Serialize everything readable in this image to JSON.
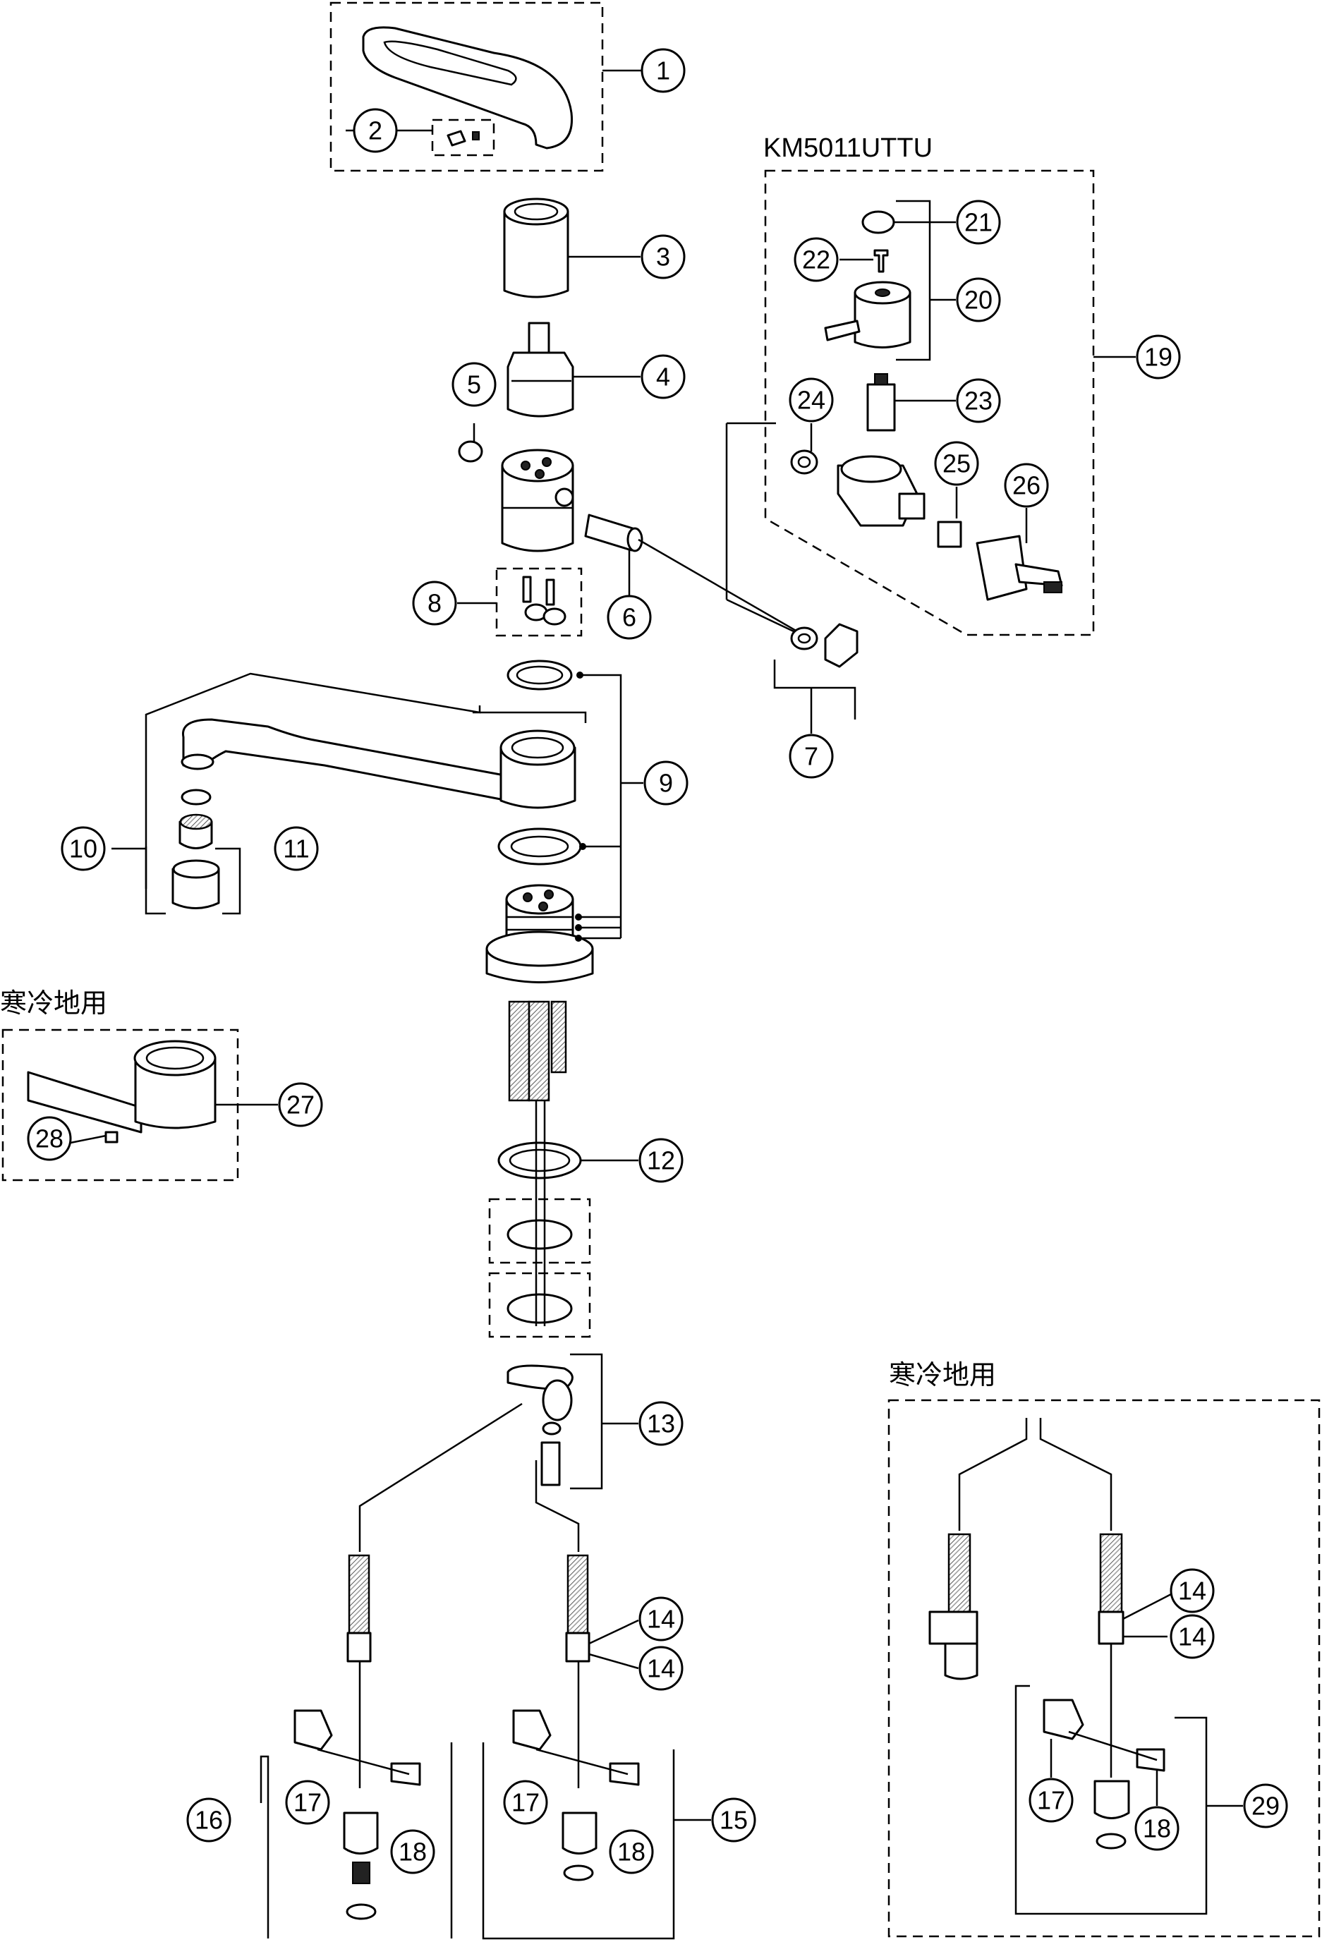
{
  "model_label": "KM5011UTTU",
  "cold_region_label_left": "寒冷地用",
  "cold_region_label_right": "寒冷地用",
  "part_numbers": {
    "p1": "1",
    "p2": "2",
    "p3": "3",
    "p4": "4",
    "p5": "5",
    "p6": "6",
    "p7": "7",
    "p8": "8",
    "p9": "9",
    "p10": "10",
    "p11": "11",
    "p12": "12",
    "p13": "13",
    "p14a": "14",
    "p14b": "14",
    "p14c": "14",
    "p14d": "14",
    "p15": "15",
    "p16": "16",
    "p17a": "17",
    "p17b": "17",
    "p17c": "17",
    "p18a": "18",
    "p18b": "18",
    "p18c": "18",
    "p19": "19",
    "p20": "20",
    "p21": "21",
    "p22": "22",
    "p23": "23",
    "p24": "24",
    "p25": "25",
    "p26": "26",
    "p27": "27",
    "p28": "28",
    "p29": "29"
  }
}
